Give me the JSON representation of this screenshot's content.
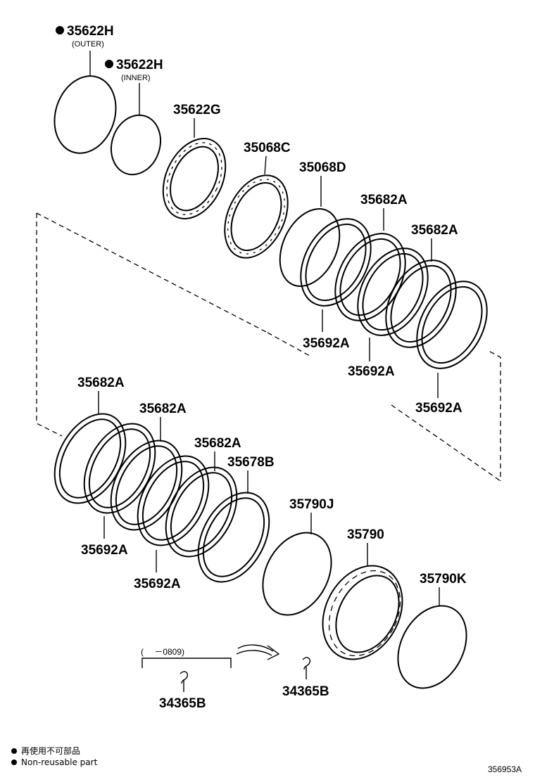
{
  "parts": {
    "p35622H_outer": {
      "number": "35622H",
      "note": "(OUTER)"
    },
    "p35622H_inner": {
      "number": "35622H",
      "note": "(INNER)"
    },
    "p35622G": "35622G",
    "p35068C": "35068C",
    "p35068D": "35068D",
    "p35682A_1": "35682A",
    "p35682A_2": "35682A",
    "p35692A_1": "35692A",
    "p35692A_2": "35692A",
    "p35692A_3": "35692A",
    "p35682A_3": "35682A",
    "p35682A_4": "35682A",
    "p35682A_5": "35682A",
    "p35678B": "35678B",
    "p35692A_4": "35692A",
    "p35692A_5": "35692A",
    "p35790J": "35790J",
    "p35790": "35790",
    "p35790K": "35790K",
    "p34365B_left": "34365B",
    "p34365B_right": "34365B"
  },
  "bracket_label": "(　 －0809)",
  "legend": {
    "line1": "再使用不可部品",
    "line2": "Non-reusable part"
  },
  "diagram_id": "356953A"
}
